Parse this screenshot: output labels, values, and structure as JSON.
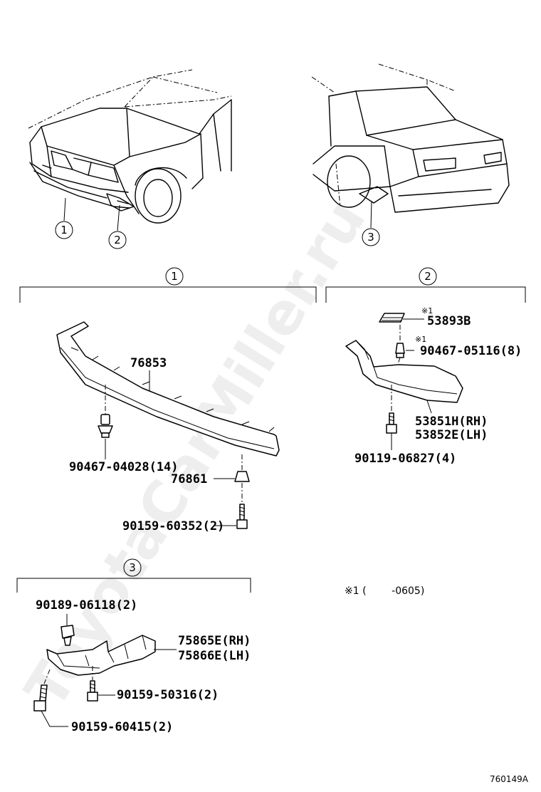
{
  "watermark": "ToyotaCarMiller.ru",
  "callouts": [
    "1",
    "2",
    "3"
  ],
  "sections": {
    "s1": {
      "marker": "1"
    },
    "s2": {
      "marker": "2"
    },
    "s3": {
      "marker": "3"
    }
  },
  "parts": {
    "p76853": "76853",
    "p90467_04028": "90467-04028(14)",
    "p76861": "76861",
    "p90159_60352": "90159-60352(2)",
    "p53893B": "53893B",
    "p90467_05116": "90467-05116(8)",
    "p53851H": "53851H(RH)",
    "p53852E": "53852E(LH)",
    "p90119_06827": "90119-06827(4)",
    "p90189_06118": "90189-06118(2)",
    "p75865E": "75865E(RH)",
    "p75866E": "75866E(LH)",
    "p90159_50316": "90159-50316(2)",
    "p90159_60415": "90159-60415(2)"
  },
  "notes": {
    "mark1": "※1",
    "mark2": "※1",
    "footnote": "※1 (        -0605)"
  },
  "diagram_code": "760149A",
  "icons": {
    "circle-number": "circled-digit",
    "note-mark": "reference-mark"
  }
}
